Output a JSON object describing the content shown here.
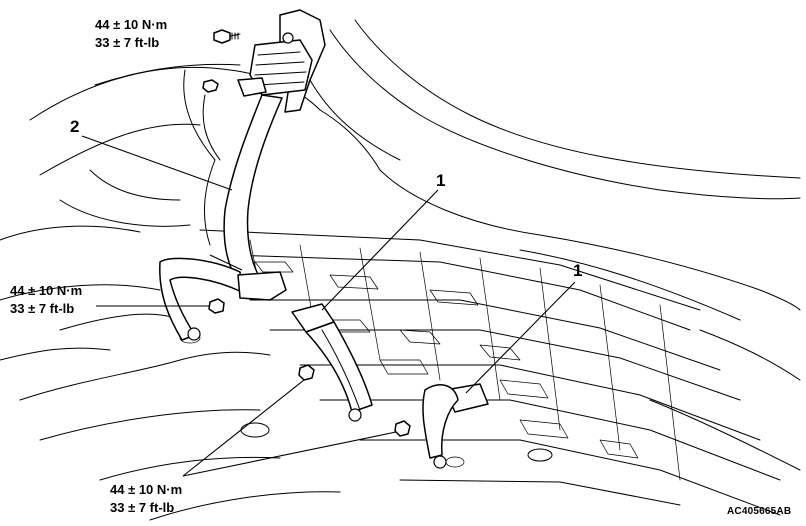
{
  "torque_labels": {
    "top": {
      "nm": "44 ± 10 N·m",
      "ftlb": "33 ± 7 ft-lb"
    },
    "left": {
      "nm": "44 ± 10 N·m",
      "ftlb": "33 ± 7 ft-lb"
    },
    "bottom": {
      "nm": "44 ± 10 N·m",
      "ftlb": "33 ± 7 ft-lb"
    }
  },
  "callouts": {
    "belt_assembly": "2",
    "buckle_center": "1",
    "buckle_right": "1"
  },
  "reference_code": "AC405665AB"
}
